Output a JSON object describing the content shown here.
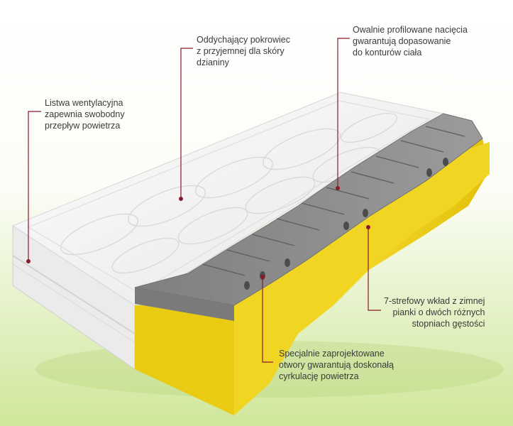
{
  "colors": {
    "background_top": "#ffffff",
    "background_bottom": "#cfe79a",
    "leader_line": "#8a1a2a",
    "foam_yellow": "#f2d21a",
    "foam_grey": "#8d8d8d",
    "cover_white": "#f4f4f4"
  },
  "callouts": {
    "ventilation": [
      "Listwa wentylacyjna",
      "zapewnia swobodny",
      "przepływ powietrza"
    ],
    "cover": [
      "Oddychający pokrowiec",
      "z przyjemnej dla skóry",
      "dzianiny"
    ],
    "profile": [
      "Owalnie profilowane nacięcia",
      "gwarantują dopasowanie",
      "do konturów ciała"
    ],
    "zones": [
      "7-strefowy wkład z zimnej",
      "pianki o dwóch różnych",
      "stopniach gęstości"
    ],
    "holes": [
      "Specjalnie zaprojektowane",
      "otwory gwarantują doskonałą",
      "cyrkulację powietrza"
    ]
  }
}
